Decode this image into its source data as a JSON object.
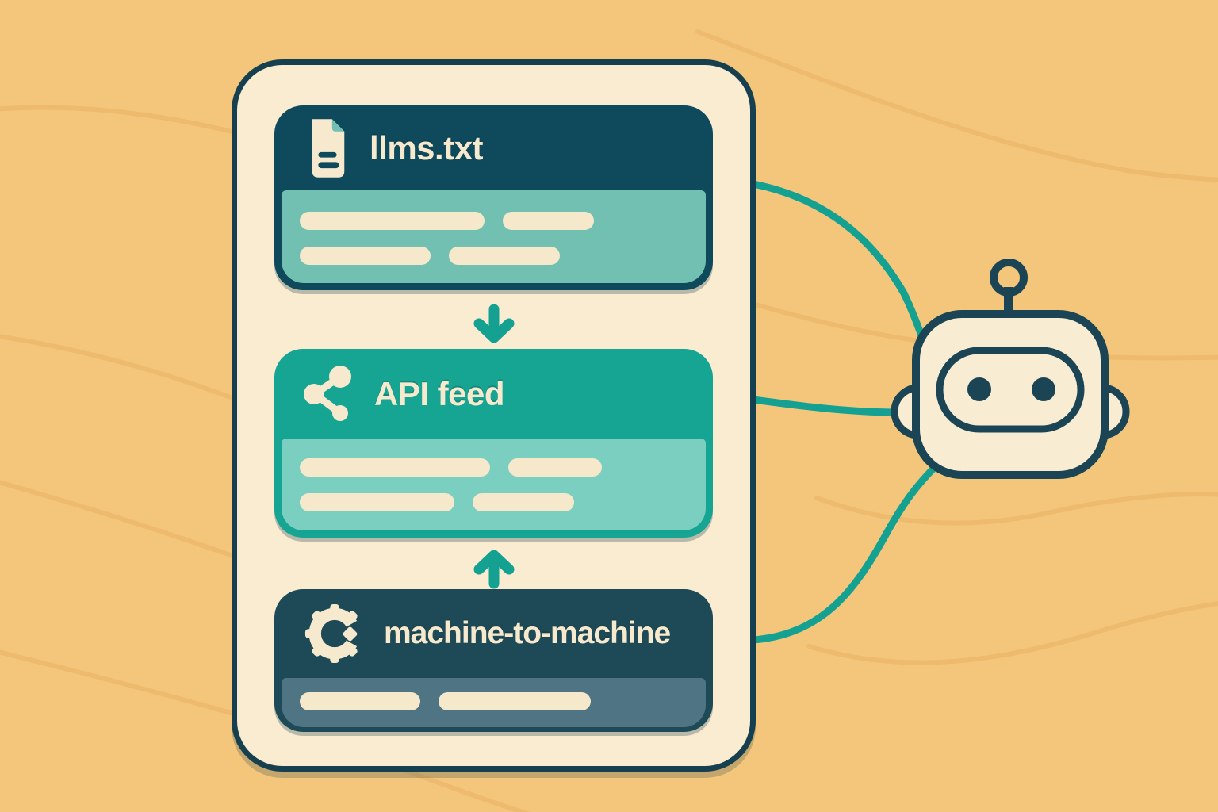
{
  "diagram": {
    "card": {
      "blocks": [
        {
          "label": "llms.txt",
          "icon": "document-icon",
          "header_color": "#0f4a5c",
          "body_color": "#71c0b1",
          "skeleton_rows": [
            [
              233,
              115
            ],
            [
              165,
              140
            ]
          ]
        },
        {
          "label": "API feed",
          "icon": "share-icon",
          "header_color": "#16a592",
          "body_color": "#7bcfc0",
          "skeleton_rows": [
            [
              240,
              118
            ],
            [
              195,
              128
            ]
          ]
        },
        {
          "label": "machine-to-machine",
          "icon": "gear-icon",
          "header_color": "#1d4a56",
          "body_color": "#4f7584",
          "skeleton_rows": [
            [
              152,
              192
            ]
          ]
        }
      ],
      "arrows": [
        {
          "icon": "arrow-down-icon",
          "from": "llms.txt",
          "to": "API feed"
        },
        {
          "icon": "arrow-up-icon",
          "from": "machine-to-machine",
          "to": "API feed"
        }
      ]
    },
    "robot": {
      "icon": "robot-head",
      "connector_count": 3
    },
    "colors": {
      "background": "#f4c67c",
      "wave": "#e9b263",
      "card_fill": "#f9ecd1",
      "outline": "#16404f",
      "accent_teal": "#14a191",
      "skeleton_bar": "#f6e8cb",
      "text": "#f6e9cd",
      "dark_header": "#0f4a5c",
      "robot_outline": "#1b4554",
      "robot_face": "#f8edd3"
    }
  }
}
